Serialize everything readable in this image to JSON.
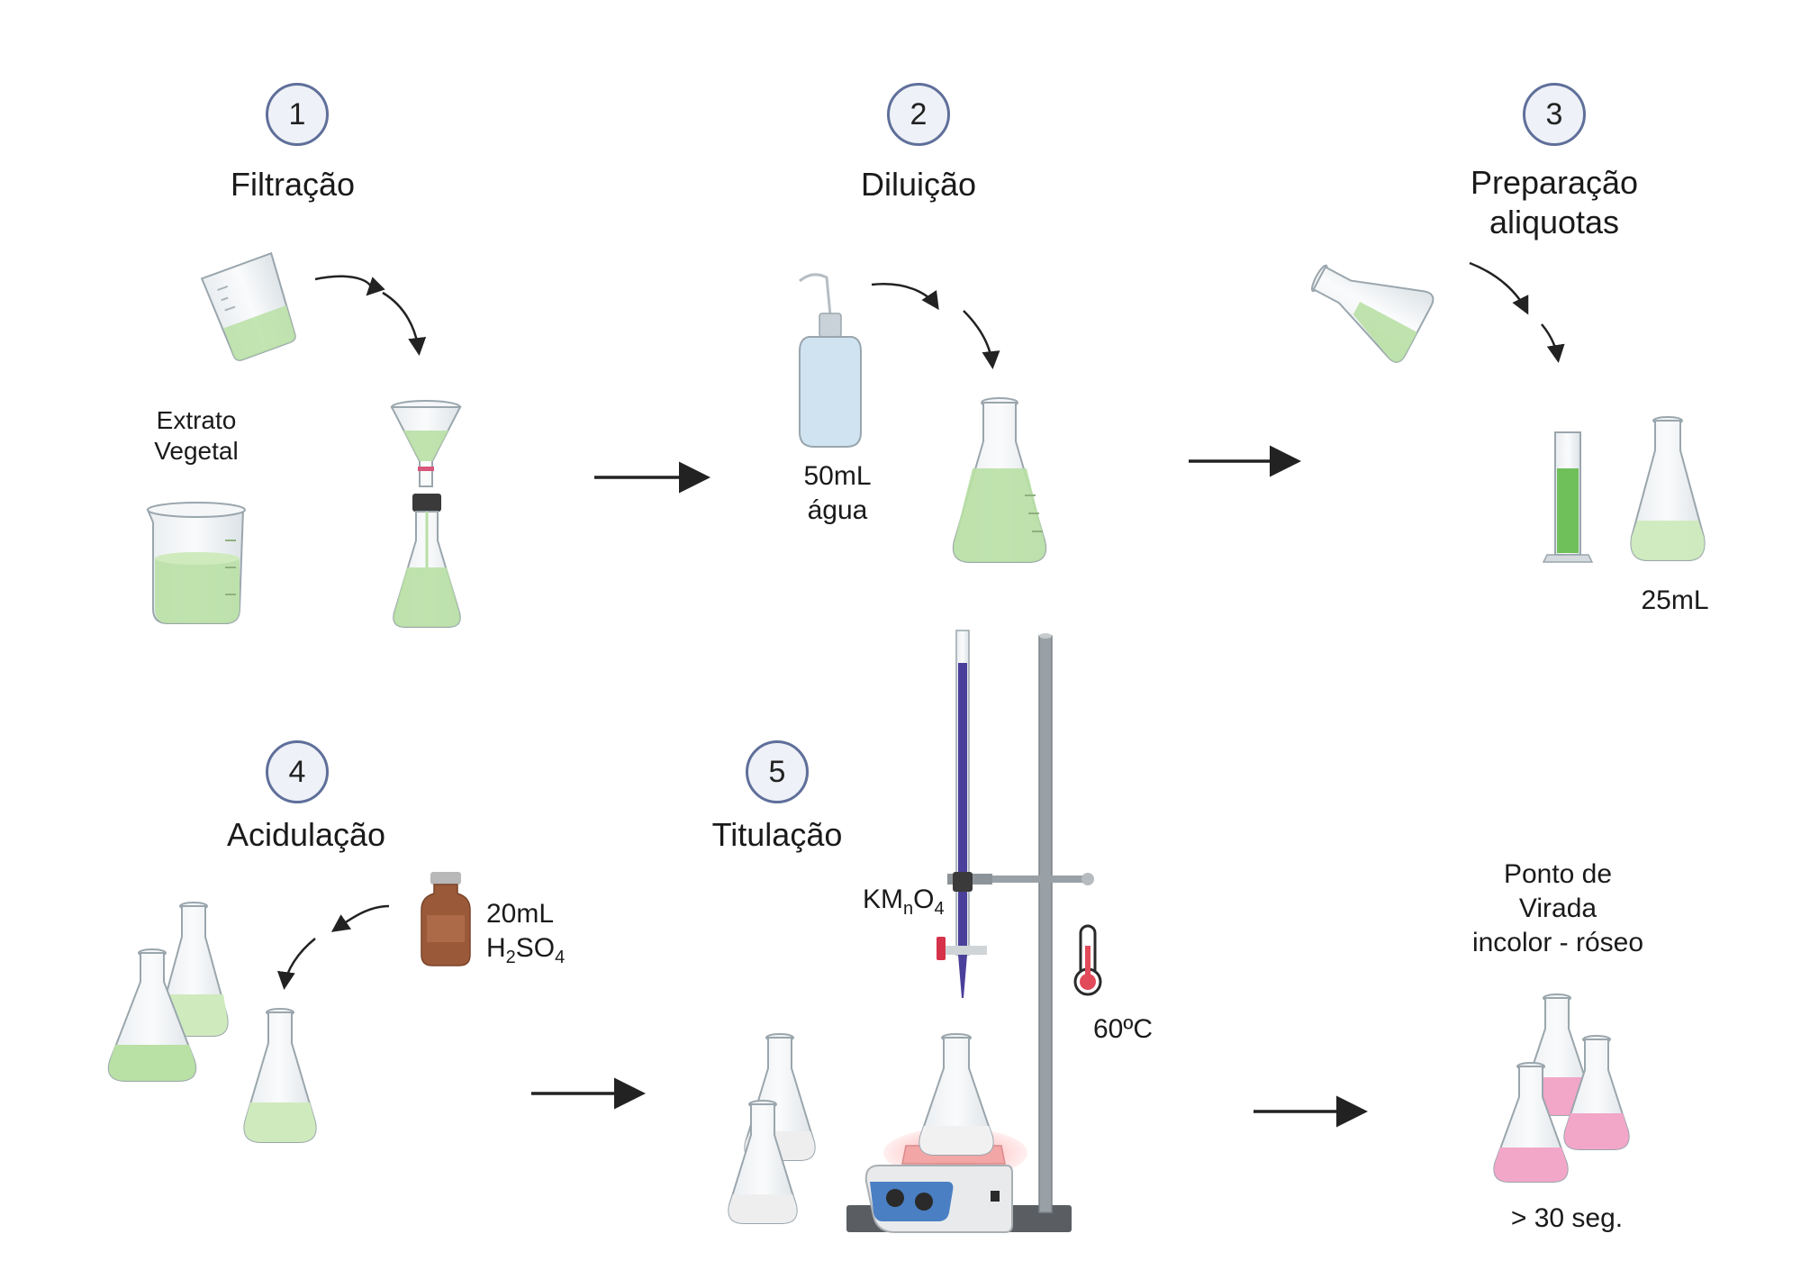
{
  "steps": [
    {
      "number": "1",
      "title": "Filtração"
    },
    {
      "number": "2",
      "title": "Diluição"
    },
    {
      "number": "3",
      "title_line1": "Preparação",
      "title_line2": "aliquotas"
    },
    {
      "number": "4",
      "title": "Acidulação"
    },
    {
      "number": "5",
      "title": "Titulação"
    }
  ],
  "labels": {
    "extract_line1": "Extrato",
    "extract_line2": "Vegetal",
    "water_volume": "50mL",
    "water_name": "água",
    "aliquot_volume": "25mL",
    "acid_volume": "20mL",
    "acid_formula_parts": [
      "H",
      "2",
      "SO",
      "4"
    ],
    "titrant_parts": [
      "KM",
      "n",
      "O",
      "4"
    ],
    "temperature": "60ºC",
    "endpoint_line1": "Ponto de",
    "endpoint_line2": "Virada",
    "endpoint_line3": "incolor - róseo",
    "endpoint_time": "> 30 seg."
  },
  "colors": {
    "liquid_green": "#b9e0a5",
    "liquid_pink": "#f2a6c8",
    "titrant_purple": "#4a3f9a",
    "badge_border": "#5f6f9a",
    "badge_fill": "#eef1f7",
    "arrow": "#222222",
    "amber_bottle": "#9a5a3a",
    "hotplate_glow": "#f1a1a1"
  },
  "icons": [
    "beaker-icon",
    "funnel-icon",
    "erlenmeyer-flask-icon",
    "wash-bottle-icon",
    "graduated-cylinder-icon",
    "vial-icon",
    "burette-icon",
    "ring-stand-icon",
    "hotplate-stirrer-icon",
    "thermometer-icon",
    "arrow-icon"
  ]
}
